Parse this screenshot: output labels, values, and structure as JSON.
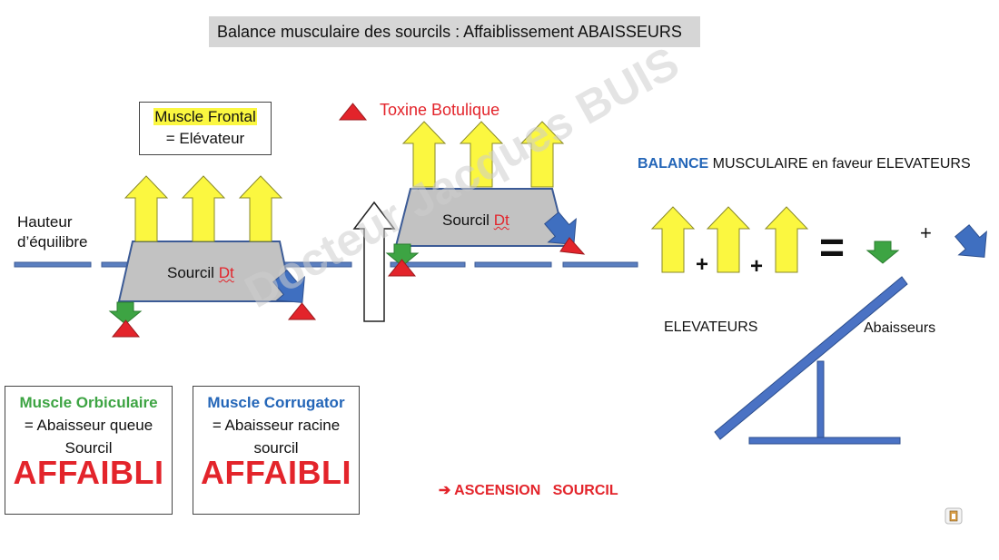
{
  "title": "Balance musculaire des sourcils : Affaiblissement ABAISSEURS",
  "hauteur_line1": "Hauteur",
  "hauteur_line2": "d’équilibre",
  "frontal": {
    "name": "Muscle Frontal",
    "role": "= Elévateur"
  },
  "sourcil_left": {
    "word": "Sourcil",
    "side": "Dt"
  },
  "sourcil_right": {
    "word": "Sourcil",
    "side": "Dt"
  },
  "toxine": "Toxine Botulique",
  "balance": {
    "prefix": "BALANCE",
    "rest": " MUSCULAIRE en faveur ELEVATEURS"
  },
  "equation": {
    "plus1": "+",
    "plus2": "+",
    "equals": "=",
    "plus3": "+"
  },
  "elevateurs": "ELEVATEURS",
  "abaisseurs": "Abaisseurs",
  "orbiculaire": {
    "name": "Muscle Orbiculaire",
    "line1": "= Abaisseur queue",
    "line2": "Sourcil",
    "status": "AFFAIBLI"
  },
  "corrugator": {
    "name": "Muscle Corrugator",
    "line1": "= Abaisseur racine",
    "line2": "sourcil",
    "status": "AFFAIBLI"
  },
  "ascension": {
    "arrow": "➔",
    "text": "ASCENSION   SOURCIL"
  },
  "watermark": "Docteur  Jacques BUIS",
  "colors": {
    "yellow": "#fbf740",
    "green": "#3da443",
    "red": "#e3242b",
    "blue": "#3f6fc0",
    "gray": "#c2c2c2"
  }
}
